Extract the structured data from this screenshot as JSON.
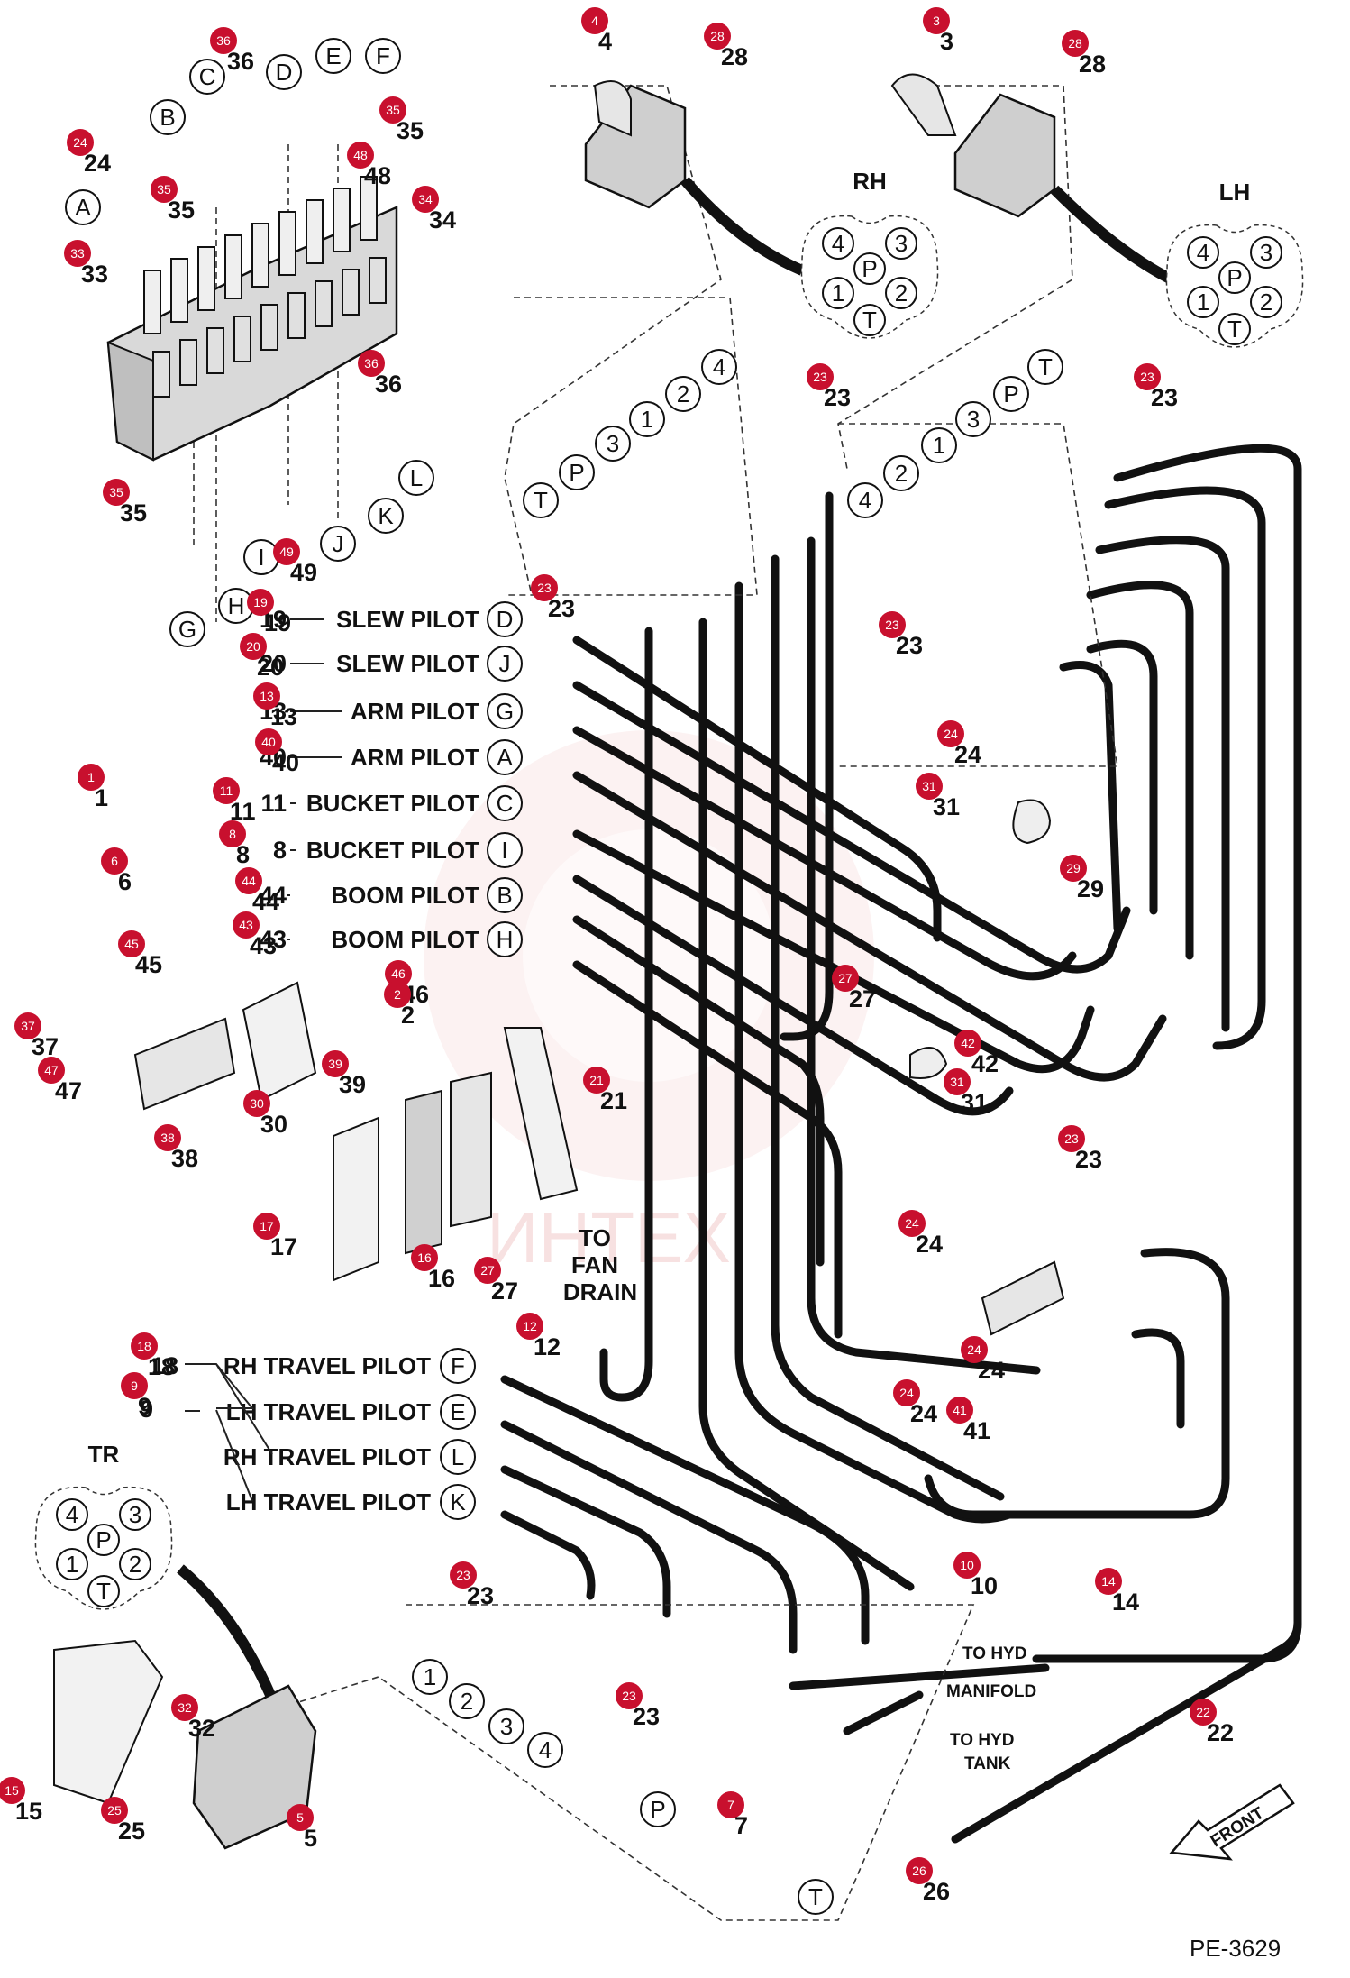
{
  "diagram_code": "PE-3629",
  "watermark": "ИНТЕХ",
  "pilot_labels": [
    {
      "num": "19",
      "text": "SLEW PILOT",
      "port": "D"
    },
    {
      "num": "20",
      "text": "SLEW PILOT",
      "port": "J"
    },
    {
      "num": "13",
      "text": "ARM PILOT",
      "port": "G"
    },
    {
      "num": "40",
      "text": "ARM PILOT",
      "port": "A"
    },
    {
      "num": "11",
      "text": "BUCKET PILOT",
      "port": "C"
    },
    {
      "num": "8",
      "text": "BUCKET PILOT",
      "port": "I"
    },
    {
      "num": "44",
      "text": "BOOM PILOT",
      "port": "B"
    },
    {
      "num": "43",
      "text": "BOOM PILOT",
      "port": "H"
    }
  ],
  "travel_labels": [
    {
      "text": "RH TRAVEL PILOT",
      "port": "F"
    },
    {
      "text": "LH TRAVEL PILOT",
      "port": "E"
    },
    {
      "text": "RH TRAVEL PILOT",
      "port": "L"
    },
    {
      "text": "LH TRAVEL PILOT",
      "port": "K"
    }
  ],
  "travel_nums": [
    "18",
    "9"
  ],
  "joystick_labels": {
    "rh": "RH",
    "lh": "LH",
    "tr": "TR"
  },
  "connector_pins": [
    "4",
    "3",
    "P",
    "1",
    "2",
    "T"
  ],
  "notes": {
    "fan_drain": [
      "TO",
      "FAN",
      "DRAIN"
    ],
    "hyd_manifold": [
      "TO HYD",
      "MANIFOLD"
    ],
    "hyd_tank": [
      "TO HYD",
      "TANK"
    ],
    "front": "FRONT"
  },
  "valve_ports": [
    "A",
    "B",
    "C",
    "D",
    "E",
    "F",
    "G",
    "H",
    "I",
    "J",
    "K",
    "L"
  ],
  "rh_ports": [
    "T",
    "P",
    "3",
    "1",
    "2",
    "4"
  ],
  "lh_ports": [
    "4",
    "2",
    "1",
    "3",
    "P",
    "T"
  ],
  "tr_ports": [
    "1",
    "2",
    "3",
    "4",
    "P",
    "T"
  ],
  "part_numbers": [
    "1",
    "2",
    "3",
    "4",
    "5",
    "6",
    "7",
    "8",
    "9",
    "10",
    "11",
    "12",
    "13",
    "14",
    "15",
    "16",
    "17",
    "18",
    "19",
    "20",
    "21",
    "22",
    "23",
    "24",
    "25",
    "26",
    "27",
    "28",
    "29",
    "30",
    "31",
    "32",
    "33",
    "34",
    "35",
    "36",
    "37",
    "38",
    "39",
    "40",
    "41",
    "42",
    "43",
    "44",
    "45",
    "46",
    "47",
    "48",
    "49"
  ],
  "colors": {
    "badge": "#c8102e",
    "line": "#111111",
    "watermark": "#f2c9c9"
  }
}
